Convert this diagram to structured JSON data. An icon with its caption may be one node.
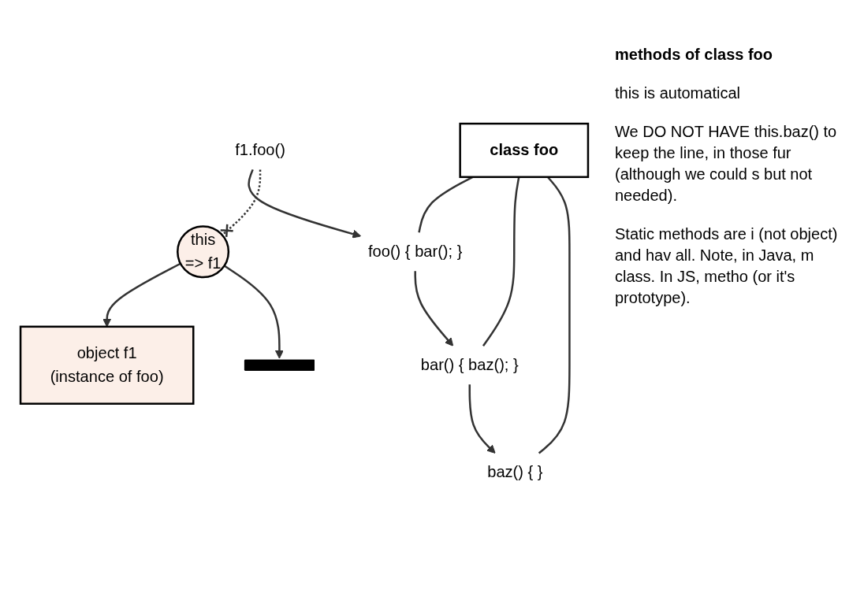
{
  "diagram": {
    "nodes": [
      {
        "text": [
          "class foo"
        ]
      },
      {
        "text": [
          "f1.foo()"
        ]
      },
      {
        "text": [
          "foo() { bar(); }"
        ]
      },
      {
        "text": [
          "bar() { baz(); }"
        ]
      },
      {
        "text": [
          "baz() { }"
        ]
      },
      {
        "text": [
          "this",
          "=> f1"
        ]
      },
      {
        "text": [
          "object f1",
          "(instance of foo)"
        ]
      },
      {
        "text": [],
        "shape": "bar"
      }
    ],
    "edges": [
      {
        "from": 0,
        "to": 2,
        "arrow": "none"
      },
      {
        "from": 0,
        "to": 3,
        "arrow": "none"
      },
      {
        "from": 0,
        "to": 4,
        "arrow": "none"
      },
      {
        "from": 1,
        "to": 2,
        "arrow": "to"
      },
      {
        "from": 1,
        "to": 5,
        "arrow": "other",
        "style": "dashed"
      },
      {
        "from": 2,
        "to": 3,
        "arrow": "to"
      },
      {
        "from": 3,
        "to": 4,
        "arrow": "to"
      },
      {
        "from": 5,
        "to": 6,
        "arrow": "to"
      },
      {
        "from": 5,
        "to": 7,
        "arrow": "to"
      }
    ],
    "labels": [
      "methods of class foo",
      "this is automatical",
      "We DO NOT HAVE this.baz() to keep the line, in those fur (although we could s but not needed).",
      "Static methods are i (not object) and hav all. Note, in Java, m class. In JS, metho (or it's prototype)."
    ]
  }
}
